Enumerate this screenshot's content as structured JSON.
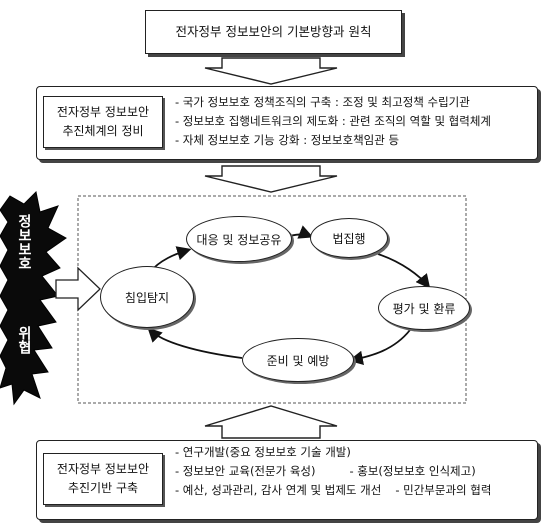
{
  "title": "전자정부 정보보안의 기본방향과 원칙",
  "system": {
    "label_line1": "전자정부 정보보안",
    "label_line2": "추진체계의 정비",
    "bullets": [
      "- 국가 정보보호 정책조직의 구축 : 조정 및 최고정책 수립기관",
      "- 정보보호 집행네트워크의 제도화 : 관련 조직의 역할 및 협력체계",
      "- 자체 정보보호 기능 강화 : 정보보호책임관 등"
    ]
  },
  "threat": {
    "part1": "정보보호",
    "part2": "위협"
  },
  "cycle": {
    "response": "대응 및 정보공유",
    "enforcement": "법집행",
    "evaluation": "평가 및 환류",
    "prevention": "준비 및 예방",
    "detection": "침입탐지"
  },
  "foundation": {
    "label_line1": "전자정부 정보보안",
    "label_line2": "추진기반 구축",
    "bullets": [
      "- 연구개발(중요 정보보호 기술 개발)",
      "- 정보보안 교육(전문가 육성)",
      "- 홍보(정보보호 인식제고)",
      "- 예산, 성과관리, 감사 연계 및 법제도 개선",
      "- 민간부문과의 협력"
    ]
  }
}
